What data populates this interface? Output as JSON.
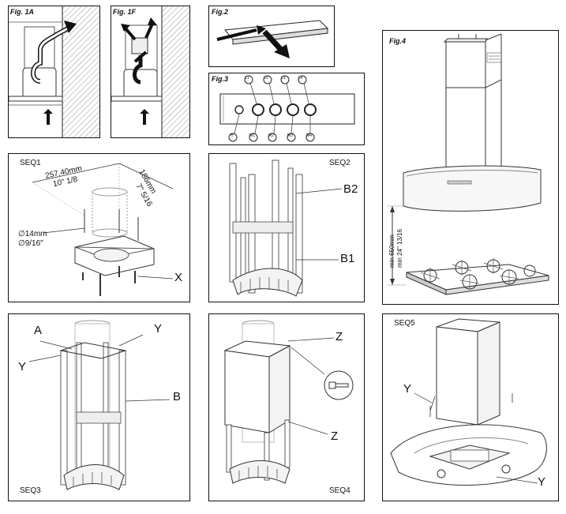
{
  "fig1a": {
    "label": "Fig. 1A"
  },
  "fig1f": {
    "label": "Fig. 1F"
  },
  "fig2": {
    "label": "Fig.2"
  },
  "fig3": {
    "label": "Fig.3",
    "buttons_top": [
      "L1",
      "L2",
      "L3",
      "L4"
    ],
    "buttons_bottom": [
      "H",
      "M1",
      "M2",
      "M3",
      "M4"
    ]
  },
  "fig4": {
    "label": "Fig.4",
    "dim_mm": "min 650mm",
    "dim_in": "min 24\" 13/16"
  },
  "seq1": {
    "label": "SEQ1",
    "dim1_mm": "257,40mm",
    "dim1_in": "10\" 1/8",
    "dim2_mm": "186mm",
    "dim2_in": "7\" 5/16",
    "hole_mm": "∅14mm",
    "hole_in": "∅9/16\"",
    "callout": "X"
  },
  "seq2": {
    "label": "SEQ2",
    "callout_b2": "B2",
    "callout_b1": "B1"
  },
  "seq3": {
    "label": "SEQ3",
    "callout_a": "A",
    "callout_y1": "Y",
    "callout_y2": "Y",
    "callout_b": "B"
  },
  "seq4": {
    "label": "SEQ4",
    "callout_z1": "Z",
    "callout_z2": "Z"
  },
  "seq5": {
    "label": "SEQ5",
    "callout_y1": "Y",
    "callout_y2": "Y"
  }
}
